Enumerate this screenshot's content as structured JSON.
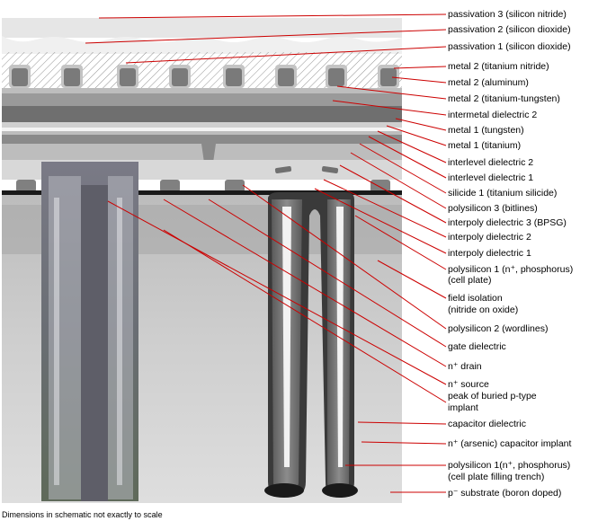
{
  "labels": [
    {
      "id": "passivation-3",
      "text": "passivation 3 (silicon nitride)"
    },
    {
      "id": "passivation-2",
      "text": "passivation 2 (silicon dioxide)"
    },
    {
      "id": "passivation-1",
      "text": "passivation 1 (silicon dioxide)"
    },
    {
      "id": "metal2-tin",
      "text": "metal 2 (titanium nitride)"
    },
    {
      "id": "metal2-al",
      "text": "metal 2 (aluminum)"
    },
    {
      "id": "metal2-tiw",
      "text": "metal 2 (titanium-tungsten)"
    },
    {
      "id": "imd2",
      "text": "intermetal dielectric 2"
    },
    {
      "id": "metal1-w",
      "text": "metal 1 (tungsten)"
    },
    {
      "id": "metal1-ti",
      "text": "metal 1 (titanium)"
    },
    {
      "id": "ild2",
      "text": "interlevel dielectric 2"
    },
    {
      "id": "ild1",
      "text": "interlevel dielectric 1"
    },
    {
      "id": "silicide1",
      "text": "silicide 1 (titanium silicide)"
    },
    {
      "id": "poly3",
      "text": "polysilicon 3 (bitlines)"
    },
    {
      "id": "ipd3",
      "text": "interpoly dielectric 3 (BPSG)"
    },
    {
      "id": "ipd2",
      "text": "interpoly dielectric 2"
    },
    {
      "id": "ipd1",
      "text": "interpoly dielectric 1"
    },
    {
      "id": "poly1-cellplate-a",
      "text": "polysilicon 1 (n⁺, phosphorus)"
    },
    {
      "id": "poly1-cellplate-b",
      "text": "(cell plate)"
    },
    {
      "id": "field-iso-a",
      "text": "field isolation"
    },
    {
      "id": "field-iso-b",
      "text": "(nitride on oxide)"
    },
    {
      "id": "poly2",
      "text": "polysilicon 2 (wordlines)"
    },
    {
      "id": "gate-diel",
      "text": "gate dielectric"
    },
    {
      "id": "n-drain",
      "text": "n⁺ drain"
    },
    {
      "id": "n-source",
      "text": "n⁺ source"
    },
    {
      "id": "buried-a",
      "text": "peak of buried p-type"
    },
    {
      "id": "buried-b",
      "text": "implant"
    },
    {
      "id": "cap-diel",
      "text": "capacitor dielectric"
    },
    {
      "id": "cap-implant",
      "text": "n⁺ (arsenic) capacitor implant"
    },
    {
      "id": "poly1-trench-a",
      "text": "polysilicon 1(n⁺, phosphorus)"
    },
    {
      "id": "poly1-trench-b",
      "text": "(cell plate filling trench)"
    },
    {
      "id": "p-substrate",
      "text": "p⁻ substrate (boron doped)"
    }
  ],
  "footnote": "Dimensions in schematic not exactly to scale",
  "colors": {
    "leader": "#cc0000",
    "substrate": "#c8c8c8",
    "dark-layer": "#6e6e6e",
    "metal-block": "#8a8a8a",
    "micrograph": "#6f6f80"
  }
}
